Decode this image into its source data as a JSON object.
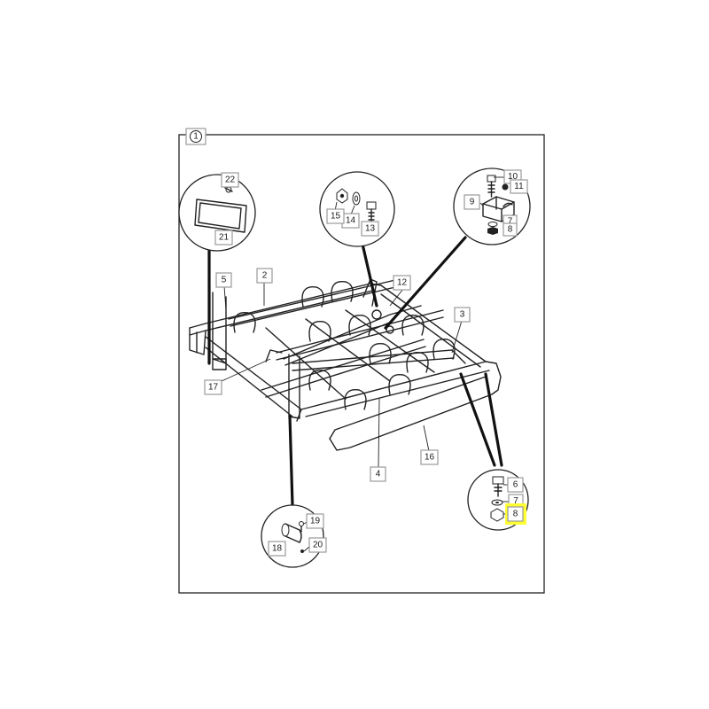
{
  "figure_number": "1",
  "callouts": {
    "c1": "1",
    "c2": "2",
    "c3": "3",
    "c4": "4",
    "c5": "5",
    "c6": "6",
    "c7a": "7",
    "c7b": "7",
    "c8a": "8",
    "c8b": "8",
    "c9": "9",
    "c10": "10",
    "c11": "11",
    "c12": "12",
    "c13": "13",
    "c14": "14",
    "c15": "15",
    "c16": "16",
    "c17": "17",
    "c18": "18",
    "c19": "19",
    "c20": "20",
    "c21": "21",
    "c22": "22"
  },
  "highlight": {
    "color": "#ffff33",
    "callout": "8"
  }
}
